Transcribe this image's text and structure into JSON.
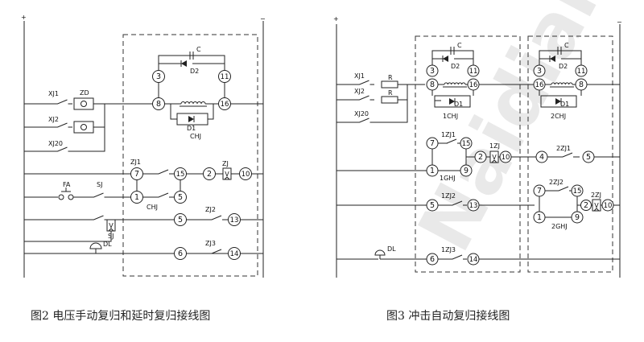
{
  "watermark": "Naidian",
  "captions": {
    "fig2": "图2 电压手动复归和延时复归接线图",
    "fig3": "图3 冲击自动复归接线图"
  },
  "labels": [
    {
      "id": "f2-plus",
      "text": "+"
    },
    {
      "id": "f2-minus",
      "text": "−"
    },
    {
      "id": "f3-plus",
      "text": "+"
    },
    {
      "id": "f3-minus",
      "text": "−"
    },
    {
      "id": "f2-C",
      "text": "C"
    },
    {
      "id": "f2-D2",
      "text": "D2"
    },
    {
      "id": "f2-D1",
      "text": "D1"
    },
    {
      "id": "f2-CHJ",
      "text": "CHJ"
    },
    {
      "id": "f2-XJ1",
      "text": "XJ1"
    },
    {
      "id": "f2-XJ2",
      "text": "XJ2"
    },
    {
      "id": "f2-XJ20",
      "text": "XJ20"
    },
    {
      "id": "f2-ZD",
      "text": "ZD"
    },
    {
      "id": "f2-ZJ1",
      "text": "ZJ1"
    },
    {
      "id": "f2-ZJ",
      "text": "ZJ"
    },
    {
      "id": "f2-V",
      "text": "V"
    },
    {
      "id": "f2-FA",
      "text": "FA"
    },
    {
      "id": "f2-SJ",
      "text": "SJ"
    },
    {
      "id": "f2-CHJb",
      "text": "CHJ"
    },
    {
      "id": "f2-ZJ2",
      "text": "ZJ2"
    },
    {
      "id": "f2-SJb",
      "text": "SJ"
    },
    {
      "id": "f2-Vb",
      "text": "V"
    },
    {
      "id": "f2-DL",
      "text": "DL"
    },
    {
      "id": "f2-ZJ3",
      "text": "ZJ3"
    },
    {
      "id": "f3-XJ1",
      "text": "XJ1"
    },
    {
      "id": "f3-XJ2",
      "text": "XJ2"
    },
    {
      "id": "f3-XJ20",
      "text": "XJ20"
    },
    {
      "id": "f3-R1",
      "text": "R"
    },
    {
      "id": "f3-R2",
      "text": "R"
    },
    {
      "id": "f3-C1",
      "text": "C"
    },
    {
      "id": "f3-D2a",
      "text": "D2"
    },
    {
      "id": "f3-D1a",
      "text": "D1"
    },
    {
      "id": "f3-1CHJ",
      "text": "1CHJ"
    },
    {
      "id": "f3-C2",
      "text": "C"
    },
    {
      "id": "f3-D2b",
      "text": "D2"
    },
    {
      "id": "f3-D1b",
      "text": "D1"
    },
    {
      "id": "f3-2CHJ",
      "text": "2CHJ"
    },
    {
      "id": "f3-1ZJ1",
      "text": "1ZJ1"
    },
    {
      "id": "f3-1ZJ",
      "text": "1ZJ"
    },
    {
      "id": "f3-V1",
      "text": "V"
    },
    {
      "id": "f3-1GHJ",
      "text": "1GHJ"
    },
    {
      "id": "f3-2ZJ1",
      "text": "2ZJ1"
    },
    {
      "id": "f3-1ZJ2",
      "text": "1ZJ2"
    },
    {
      "id": "f3-2ZJ2",
      "text": "2ZJ2"
    },
    {
      "id": "f3-2ZJ",
      "text": "2ZJ"
    },
    {
      "id": "f3-V2",
      "text": "V"
    },
    {
      "id": "f3-2GHJ",
      "text": "2GHJ"
    },
    {
      "id": "f3-DL",
      "text": "DL"
    },
    {
      "id": "f3-1ZJ3",
      "text": "1ZJ3"
    }
  ],
  "terminals": [
    {
      "id": "f2-t3",
      "text": "3"
    },
    {
      "id": "f2-t11",
      "text": "11"
    },
    {
      "id": "f2-t8",
      "text": "8"
    },
    {
      "id": "f2-t16",
      "text": "16"
    },
    {
      "id": "f2-t7",
      "text": "7"
    },
    {
      "id": "f2-t15",
      "text": "15"
    },
    {
      "id": "f2-t2",
      "text": "2"
    },
    {
      "id": "f2-t10",
      "text": "10"
    },
    {
      "id": "f2-t1",
      "text": "1"
    },
    {
      "id": "f2-t5a",
      "text": "5"
    },
    {
      "id": "f2-t5b",
      "text": "5"
    },
    {
      "id": "f2-t13",
      "text": "13"
    },
    {
      "id": "f2-t6",
      "text": "6"
    },
    {
      "id": "f2-t14",
      "text": "14"
    },
    {
      "id": "f3-t3a",
      "text": "3"
    },
    {
      "id": "f3-t11a",
      "text": "11"
    },
    {
      "id": "f3-t8",
      "text": "8"
    },
    {
      "id": "f3-t16a",
      "text": "16"
    },
    {
      "id": "f3-t3b",
      "text": "3"
    },
    {
      "id": "f3-t11b",
      "text": "11"
    },
    {
      "id": "f3-t16b",
      "text": "16"
    },
    {
      "id": "f3-t8b",
      "text": "8"
    },
    {
      "id": "f3-t7a",
      "text": "7"
    },
    {
      "id": "f3-t15a",
      "text": "15"
    },
    {
      "id": "f3-t1a",
      "text": "1"
    },
    {
      "id": "f3-t9a",
      "text": "9"
    },
    {
      "id": "f3-t2a",
      "text": "2"
    },
    {
      "id": "f3-t10a",
      "text": "10"
    },
    {
      "id": "f3-t4",
      "text": "4"
    },
    {
      "id": "f3-t5a",
      "text": "5"
    },
    {
      "id": "f3-t5b",
      "text": "5"
    },
    {
      "id": "f3-t13",
      "text": "13"
    },
    {
      "id": "f3-t7b",
      "text": "7"
    },
    {
      "id": "f3-t15b",
      "text": "15"
    },
    {
      "id": "f3-t1b",
      "text": "1"
    },
    {
      "id": "f3-t9b",
      "text": "9"
    },
    {
      "id": "f3-t2b",
      "text": "2"
    },
    {
      "id": "f3-t10b",
      "text": "10"
    },
    {
      "id": "f3-t6",
      "text": "6"
    },
    {
      "id": "f3-t14",
      "text": "14"
    }
  ]
}
